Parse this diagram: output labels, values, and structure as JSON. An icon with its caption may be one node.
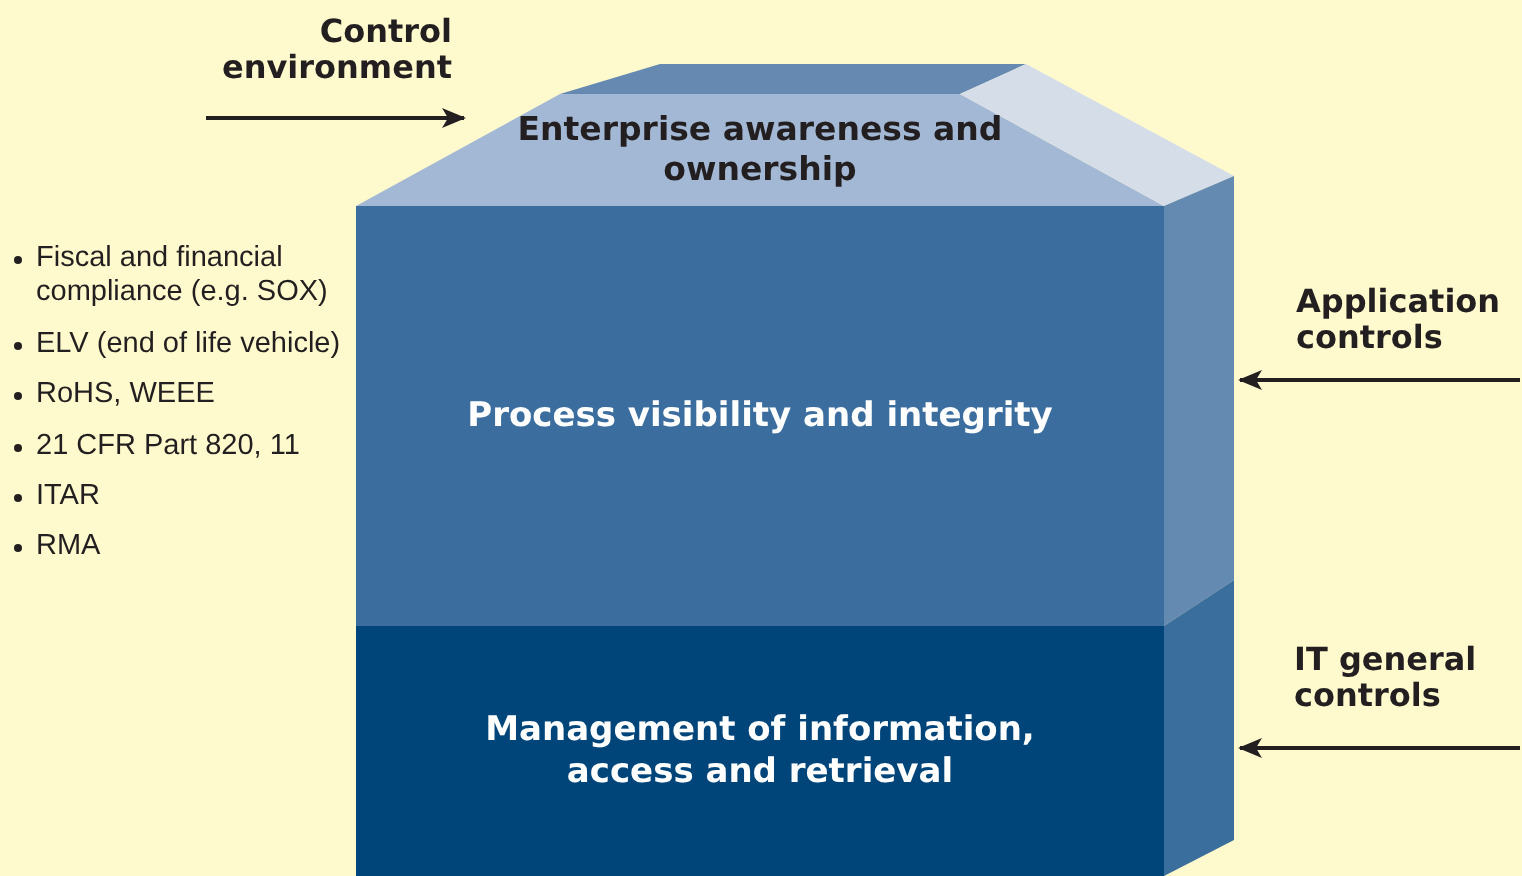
{
  "diagram": {
    "nodes": [
      {
        "text": [
          "Enterprise awareness and ownership"
        ]
      },
      {
        "text": [
          "Process visibility and integrity"
        ]
      },
      {
        "text": [
          "Management of information, access and retrieval"
        ]
      }
    ],
    "edges": [
      {
        "from": null,
        "to": 0,
        "arrow": "to"
      },
      {
        "from": null,
        "to": 1,
        "arrow": "to"
      },
      {
        "from": null,
        "to": 2,
        "arrow": "to"
      }
    ],
    "labels": [
      "Control environment",
      "Application controls",
      "IT general controls",
      "Fiscal and financial compliance (e.g. SOX)",
      "ELV (end of life vehicle)",
      "RoHS, WEEE",
      "21 CFR Part 820, 11",
      "ITAR",
      "RMA"
    ]
  }
}
